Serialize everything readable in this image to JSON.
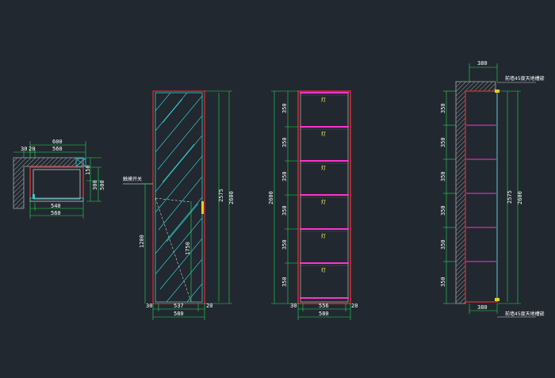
{
  "colors": {
    "background": "#212830",
    "dimension": "#22e04a",
    "cabinet": "#e03030",
    "shelf": "#ff33cc",
    "glass": "#33cccc",
    "wall_hatch": "#a8a8a8",
    "text": "#ffffff",
    "shelf_label": "#ffff66",
    "handle": "#e8d020"
  },
  "plan_view": {
    "dim_top_outer": "600",
    "dim_top_inner": "560",
    "dim_side_a": "30",
    "dim_side_b": "20",
    "dim_right_1": "150",
    "dim_right_2": "300",
    "dim_right_3": "500",
    "dim_bottom_inner": "540",
    "dim_bottom_outer": "560"
  },
  "door_elevation": {
    "note": "触摸开关",
    "dim_total_height": "2600",
    "dim_inner_height": "2575",
    "dim_lower": "1200",
    "dim_width_outer": "580",
    "dim_width_inner": "537",
    "dim_edge_left": "30",
    "dim_edge_right": "20",
    "diag_label": "1750"
  },
  "shelf_elevation": {
    "dim_total_height": "2600",
    "dim_sections": [
      "350",
      "350",
      "350",
      "350",
      "350",
      "350"
    ],
    "shelf_labels": [
      "灯",
      "灯",
      "灯",
      "灯",
      "灯",
      "灯"
    ],
    "dim_width_inner": "556",
    "dim_width_outer": "580",
    "dim_edge_left": "30",
    "dim_edge_right": "20"
  },
  "side_elevation": {
    "dim_top": "380",
    "dim_bottom": "380",
    "note_top": "前墙45度天地槽嵌",
    "note_bottom": "前墙45度天地槽嵌",
    "dim_sections": [
      "350",
      "350",
      "350",
      "350",
      "350",
      "350"
    ],
    "dim_total_height": "2600",
    "dim_inner_height": "2575"
  }
}
